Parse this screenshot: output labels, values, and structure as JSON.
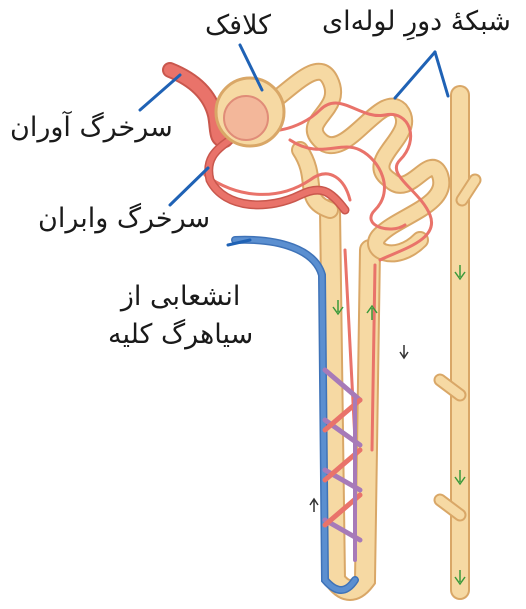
{
  "labels": {
    "glomerulus": "کلافک",
    "peritubular_network": "شبکهٔ دورِ لوله‌ای",
    "afferent_arteriole": "سرخرگ آوران",
    "efferent_arteriole": "سرخرگ وابران",
    "renal_vein_branch_line1": "انشعابی از",
    "renal_vein_branch_line2": "سیاهرگ کلیه"
  },
  "colors": {
    "tubule": "#f6d9a3",
    "tubule_outline": "#d9a767",
    "artery": "#e9736a",
    "vein": "#5b8fd0",
    "capillary_mix": "#a77ab8",
    "glomerulus": "#f3b79a",
    "leader_line": "#1f62b5",
    "flow_arrow": "#3a9a3a"
  }
}
